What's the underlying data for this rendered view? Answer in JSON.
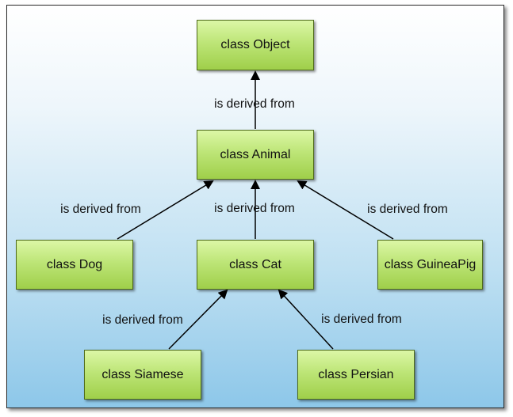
{
  "nodes": {
    "object": "class Object",
    "animal": "class Animal",
    "dog": "class Dog",
    "cat": "class Cat",
    "guineapig": "class GuineaPig",
    "siamese": "class Siamese",
    "persian": "class Persian"
  },
  "edge_labels": {
    "animal_object": "is derived from",
    "dog_animal": "is derived from",
    "cat_animal": "is derived from",
    "guineapig_animal": "is derived from",
    "siamese_cat": "is derived from",
    "persian_cat": "is derived from"
  },
  "colors": {
    "node_fill_top": "#dcf7a6",
    "node_fill_bottom": "#9fcf4a",
    "node_border": "#4f6b1a",
    "background_top": "#ffffff",
    "background_bottom": "#8dc7e9",
    "edge": "#000000"
  }
}
